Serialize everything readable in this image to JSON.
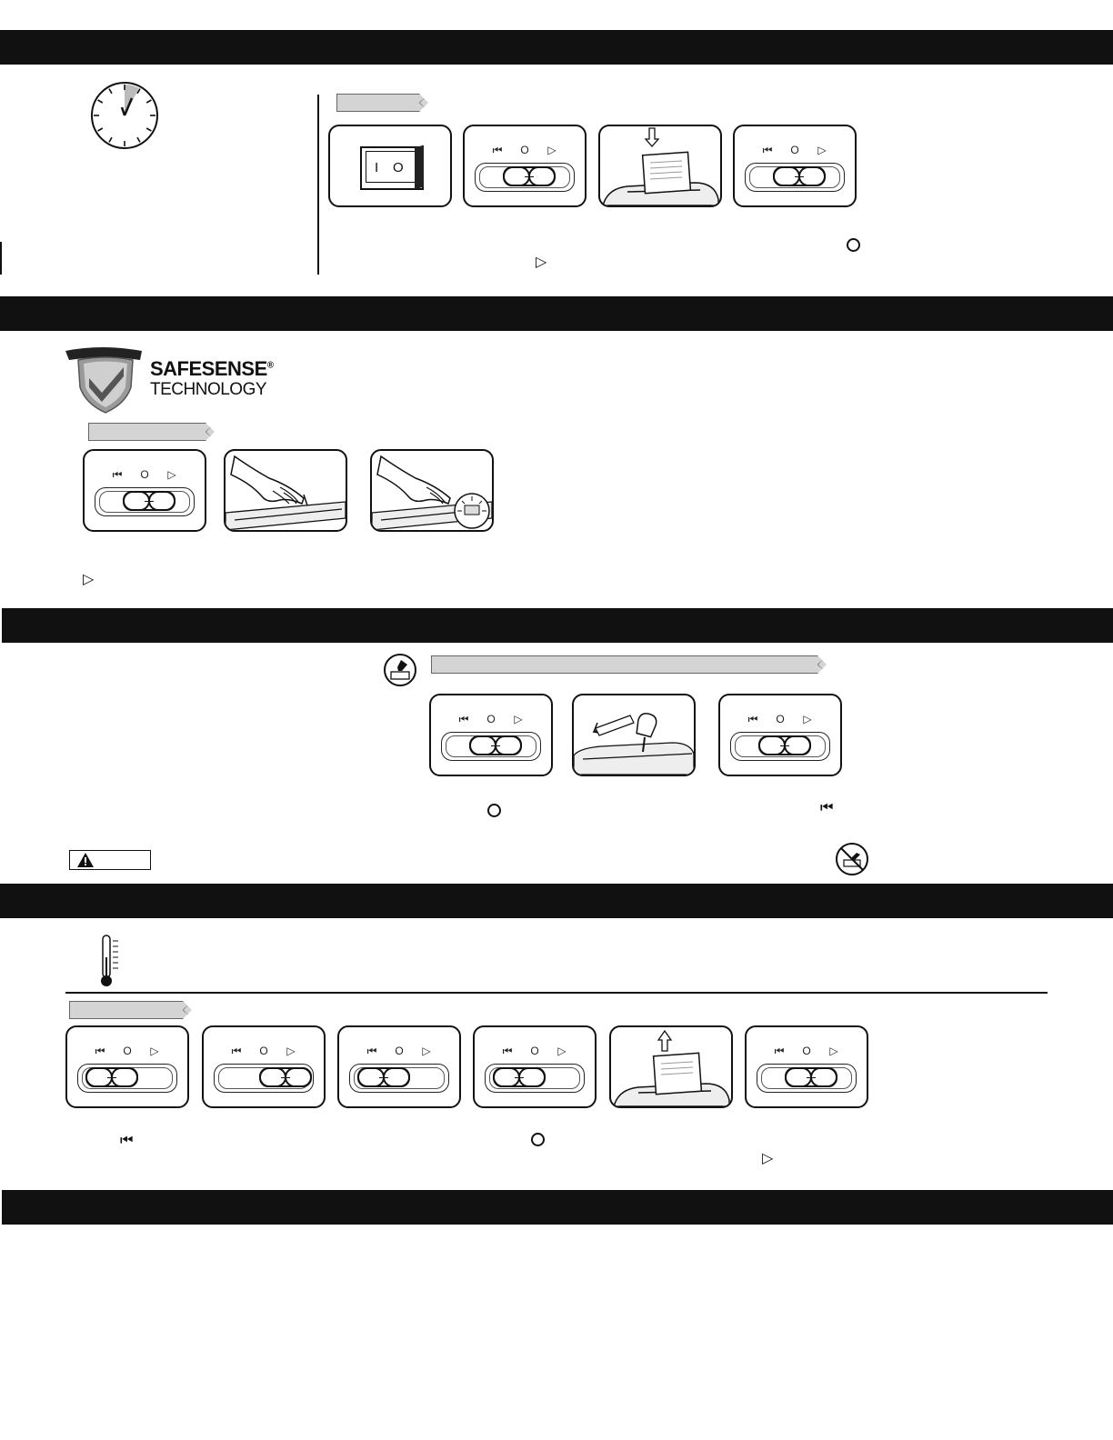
{
  "symbols": {
    "reverse": "⏮",
    "off": "O",
    "forward": "▷"
  },
  "switch_positions": {
    "s1p2": "center",
    "s1p4": "center",
    "s2p1": "center",
    "s3p1": "center",
    "s3p3": "center",
    "s4p1": "left",
    "s4p2": "right",
    "s4p3": "left",
    "s4p4": "left",
    "s4p6": "center"
  },
  "safesense": {
    "brand": "SAFESENSE",
    "registered": "®",
    "sub": "TECHNOLOGY"
  },
  "rocker": {
    "on": "I",
    "off": "O"
  }
}
